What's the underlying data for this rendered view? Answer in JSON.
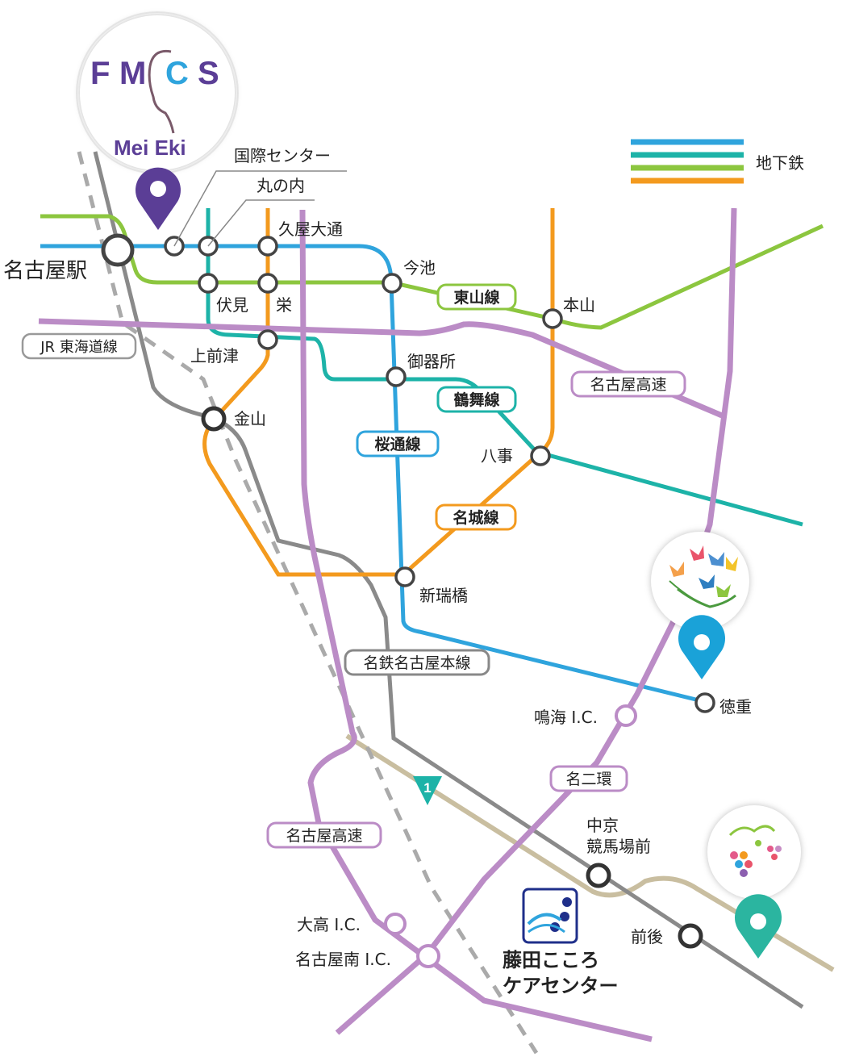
{
  "colors": {
    "sakuradori": "#2fa4dd",
    "tsurumai": "#1db3a8",
    "higashiyama": "#8cc63f",
    "meijo": "#f39a1e",
    "expressway": "#bb8cc6",
    "railway": "#888888",
    "route1": "#c9bea0",
    "fmcs_purple": "#5b3e96",
    "pin_blue": "#1aa2d8",
    "pin_green": "#2bb5a0",
    "station_ring": "#444444",
    "hospital_navy": "#1f2f8a"
  },
  "legend": {
    "label": "地下鉄"
  },
  "fmcs": {
    "letters": [
      "F",
      "M",
      "C",
      "S"
    ],
    "subtitle": "Mei Eki"
  },
  "stations": {
    "nagoya": "名古屋駅",
    "kokusai": "国際センター",
    "marunouchi": "丸の内",
    "hisaya": "久屋大通",
    "imaike": "今池",
    "motoyama": "本山",
    "fushimi": "伏見",
    "sakae": "栄",
    "kamimaezu": "上前津",
    "gokiso": "御器所",
    "kanayama": "金山",
    "yagoto": "八事",
    "aratama": "新瑞橋",
    "tokushige": "徳重",
    "narumi_ic": "鳴海 I.C.",
    "chukyo": "中京\n競馬場前",
    "zengo": "前後",
    "odaka_ic": "大高 I.C.",
    "nagoya_minami_ic": "名古屋南 I.C."
  },
  "line_labels": {
    "jr_tokaido": "JR 東海道線",
    "higashiyama": "東山線",
    "tsurumai": "鶴舞線",
    "sakuradori": "桜通線",
    "meijo": "名城線",
    "nagoya_expressway_north": "名古屋高速",
    "meitetsu": "名鉄名古屋本線",
    "meiniikan": "名二環",
    "nagoya_expressway_south": "名古屋高速",
    "route": "1"
  },
  "facility": {
    "name_line1": "藤田こころ",
    "name_line2": "ケアセンター"
  }
}
